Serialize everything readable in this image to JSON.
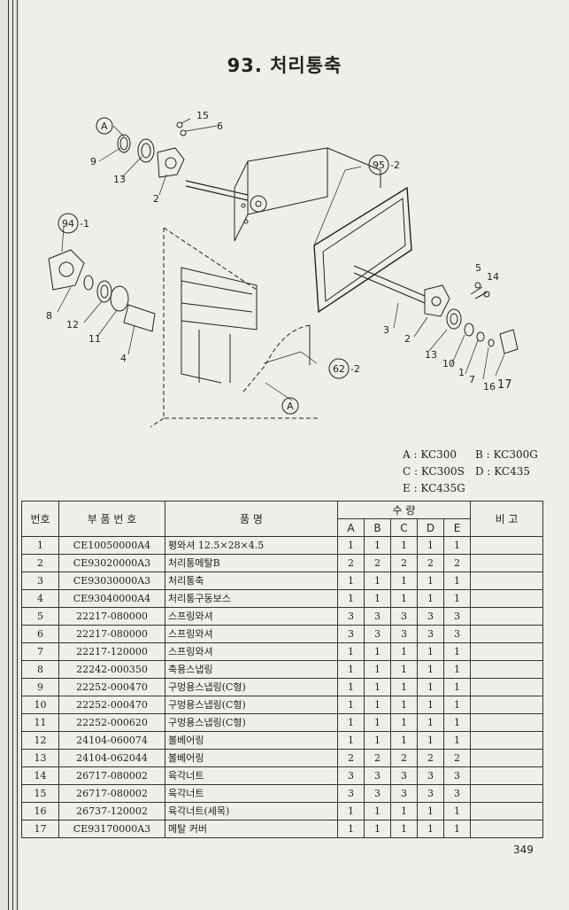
{
  "title": "93. 처리통축",
  "legend": {
    "a": "A : KC300",
    "b": "B : KC300G",
    "c": "C : KC300S",
    "d": "D : KC435",
    "e": "E : KC435G"
  },
  "diagram_labels": {
    "ref_a1": "A",
    "ref_a2": "A",
    "ref_95": "95",
    "ref_95_suffix": "-2",
    "ref_94": "94",
    "ref_94_suffix": "-1",
    "ref_62": "62",
    "ref_62_suffix": "-2",
    "p15": "15",
    "p6": "6",
    "p9": "9",
    "p13a": "13",
    "p2a": "2",
    "p8": "8",
    "p12": "12",
    "p11": "11",
    "p4": "4",
    "p5": "5",
    "p14": "14",
    "p3": "3",
    "p2b": "2",
    "p13b": "13",
    "p10": "10",
    "p1": "1",
    "p7": "7",
    "p16": "16",
    "p17": "17"
  },
  "table": {
    "headers": {
      "no": "번호",
      "part_no": "부 품 번 호",
      "name": "품 명",
      "qty": "수 량",
      "remark": "비 고",
      "models": [
        "A",
        "B",
        "C",
        "D",
        "E"
      ]
    },
    "rows": [
      {
        "no": "1",
        "part": "CE10050000A4",
        "name": "평와셔 12.5×28×4.5",
        "q": [
          "1",
          "1",
          "1",
          "1",
          "1"
        ]
      },
      {
        "no": "2",
        "part": "CE93020000A3",
        "name": "처리통메탈B",
        "q": [
          "2",
          "2",
          "2",
          "2",
          "2"
        ]
      },
      {
        "no": "3",
        "part": "CE93030000A3",
        "name": "처리통축",
        "q": [
          "1",
          "1",
          "1",
          "1",
          "1"
        ]
      },
      {
        "no": "4",
        "part": "CE93040000A4",
        "name": "처리통구동보스",
        "q": [
          "1",
          "1",
          "1",
          "1",
          "1"
        ]
      },
      {
        "no": "5",
        "part": "22217-080000",
        "name": "스프링와셔",
        "q": [
          "3",
          "3",
          "3",
          "3",
          "3"
        ]
      },
      {
        "no": "6",
        "part": "22217-080000",
        "name": "스프링와셔",
        "q": [
          "3",
          "3",
          "3",
          "3",
          "3"
        ]
      },
      {
        "no": "7",
        "part": "22217-120000",
        "name": "스프링와셔",
        "q": [
          "1",
          "1",
          "1",
          "1",
          "1"
        ]
      },
      {
        "no": "8",
        "part": "22242-000350",
        "name": "축용스냅링",
        "q": [
          "1",
          "1",
          "1",
          "1",
          "1"
        ]
      },
      {
        "no": "9",
        "part": "22252-000470",
        "name": "구멍용스냅링(C형)",
        "q": [
          "1",
          "1",
          "1",
          "1",
          "1"
        ]
      },
      {
        "no": "10",
        "part": "22252-000470",
        "name": "구멍용스냅링(C형)",
        "q": [
          "1",
          "1",
          "1",
          "1",
          "1"
        ]
      },
      {
        "no": "11",
        "part": "22252-000620",
        "name": "구멍용스냅링(C형)",
        "q": [
          "1",
          "1",
          "1",
          "1",
          "1"
        ]
      },
      {
        "no": "12",
        "part": "24104-060074",
        "name": "볼베어링",
        "q": [
          "1",
          "1",
          "1",
          "1",
          "1"
        ]
      },
      {
        "no": "13",
        "part": "24104-062044",
        "name": "볼베어링",
        "q": [
          "2",
          "2",
          "2",
          "2",
          "2"
        ]
      },
      {
        "no": "14",
        "part": "26717-080002",
        "name": "육각너트",
        "q": [
          "3",
          "3",
          "3",
          "3",
          "3"
        ]
      },
      {
        "no": "15",
        "part": "26717-080002",
        "name": "육각너트",
        "q": [
          "3",
          "3",
          "3",
          "3",
          "3"
        ]
      },
      {
        "no": "16",
        "part": "26737-120002",
        "name": "육각너트(세목)",
        "q": [
          "1",
          "1",
          "1",
          "1",
          "1"
        ]
      },
      {
        "no": "17",
        "part": "CE93170000A3",
        "name": "메탈 커버",
        "q": [
          "1",
          "1",
          "1",
          "1",
          "1"
        ]
      }
    ]
  },
  "page_number": "349"
}
